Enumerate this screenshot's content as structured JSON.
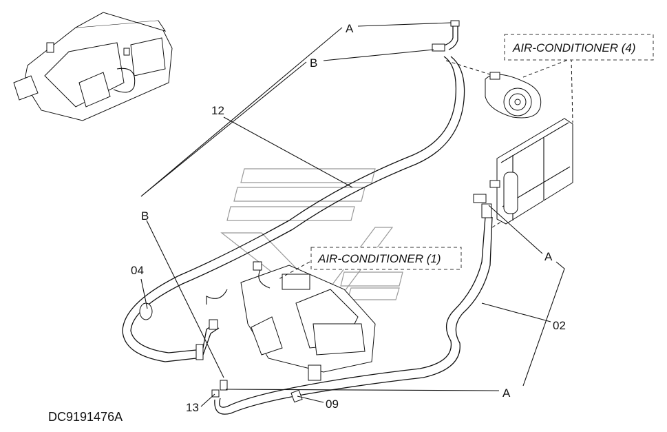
{
  "diagram": {
    "code": "DC9191476A",
    "references": [
      {
        "id": "ref-ac-4",
        "text": "AIR-CONDITIONER (4)"
      },
      {
        "id": "ref-ac-1",
        "text": "AIR-CONDITIONER (1)"
      }
    ],
    "callouts": {
      "A": "A",
      "B": "B",
      "p12": "12",
      "p04": "04",
      "p02": "02",
      "p13": "13",
      "p09": "09"
    }
  }
}
